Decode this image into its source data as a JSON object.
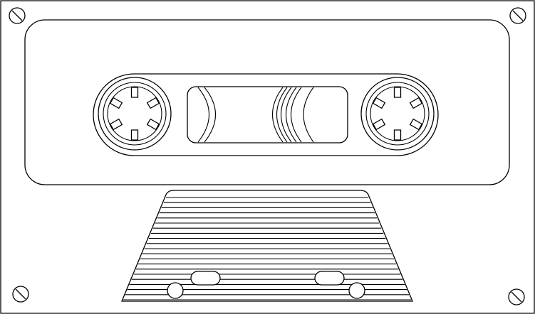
{
  "illustration": {
    "subject": "cassette-tape",
    "style": "black line art on white",
    "stroke_color": "#000000",
    "background_color": "#ffffff",
    "parts": {
      "corner_screws": 4,
      "reel_hubs": 2,
      "hub_teeth_per_reel": 6,
      "bottom_guide_holes": 2,
      "bottom_capstan_holes": 2
    }
  }
}
